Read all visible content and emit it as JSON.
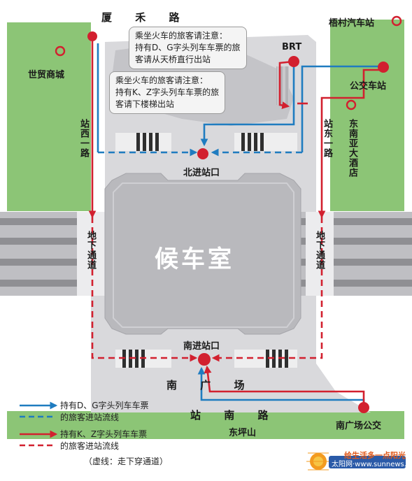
{
  "labels": {
    "xiahe_road": "厦 禾 路",
    "wutsun_bus": "梧村汽车站",
    "world_trade": "世贸商城",
    "brt": "BRT",
    "bus_station": "公交车站",
    "southeast_hotel": "东南亚大酒店",
    "station_west_road": "站西一路",
    "station_east_road": "站东一路",
    "north_entrance": "北进站口",
    "waiting_hall": "候车室",
    "underpass_left": "地下通道",
    "underpass_right": "地下通道",
    "south_entrance": "南进站口",
    "south_square": "南 广 场",
    "station_south_road": "站 南 路",
    "dongping_mountain": "东坪山",
    "south_square_bus": "南广场公交"
  },
  "callouts": [
    {
      "lines": [
        "乘坐火车的旅客请注意：",
        "持有D、G字头列车车票的旅",
        "客请从天桥直行出站"
      ]
    },
    {
      "lines": [
        "乘坐火车的旅客请注意：",
        "持有K、Z字头列车车票的旅",
        "客请下楼梯出站"
      ]
    }
  ],
  "legend": {
    "blue_lines": [
      "持有D、G字头列车车票",
      "的旅客进站流线"
    ],
    "red_lines": [
      "持有K、Z字头列车车票",
      "的旅客进站流线"
    ],
    "note": "（虚线：走下穿通道）"
  },
  "footer": {
    "slogan": "给生活多一点阳光",
    "logo_text": "太阳网·www.sunnews.cn"
  },
  "colors": {
    "blue_route": "#1f7cc0",
    "red_route": "#d2202f",
    "green_area": "#8cc576",
    "plaza_gray": "#d9d9dc",
    "building_gray": "#b9b9bd",
    "road_stripe": "#9a9a9a"
  }
}
